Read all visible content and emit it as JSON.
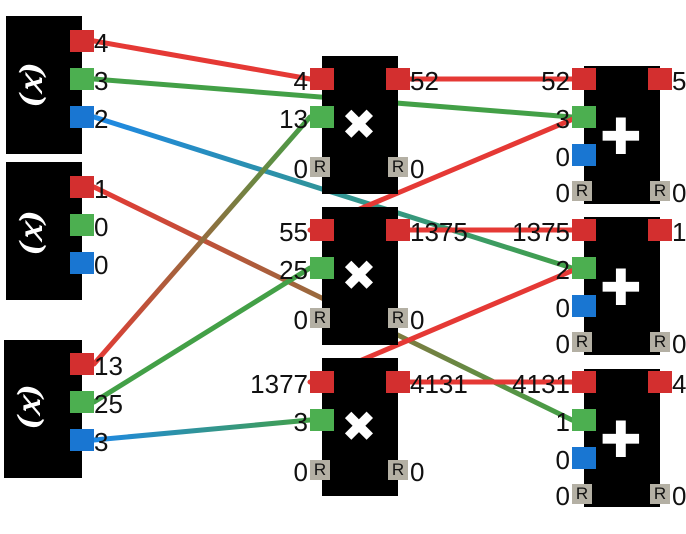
{
  "icons": {
    "variable": "(𝑥)",
    "multiply": "✖",
    "add": "✚"
  },
  "colors": {
    "red": "#d32f2f",
    "green": "#4caf50",
    "blue": "#1976d2",
    "wire_red": "#e53935",
    "wire_green": "#43a047",
    "wire_blue": "#1e88e5"
  },
  "var_nodes": [
    {
      "r": "4",
      "g": "3",
      "b": "2"
    },
    {
      "r": "1",
      "g": "0",
      "b": "0"
    },
    {
      "r": "13",
      "g": "25",
      "b": "3"
    }
  ],
  "mul_nodes": [
    {
      "in_a": "4",
      "in_b": "13",
      "out": "52",
      "r_left": "0",
      "r_right": "0",
      "r_label": "R"
    },
    {
      "in_a": "55",
      "in_b": "25",
      "out": "1375",
      "r_left": "0",
      "r_right": "0",
      "r_label": "R"
    },
    {
      "in_a": "1377",
      "in_b": "3",
      "out": "4131",
      "r_left": "0",
      "r_right": "0",
      "r_label": "R"
    }
  ],
  "add_nodes": [
    {
      "in_a": "52",
      "in_b": "3",
      "in_c": "0",
      "out": "5",
      "r_left": "0",
      "r_right": "0",
      "r_label": "R"
    },
    {
      "in_a": "1375",
      "in_b": "2",
      "in_c": "0",
      "out": "1",
      "r_left": "0",
      "r_right": "0",
      "r_label": "R"
    },
    {
      "in_a": "4131",
      "in_b": "1",
      "in_c": "0",
      "out": "4",
      "r_left": "0",
      "r_right": "0",
      "r_label": "R"
    }
  ]
}
